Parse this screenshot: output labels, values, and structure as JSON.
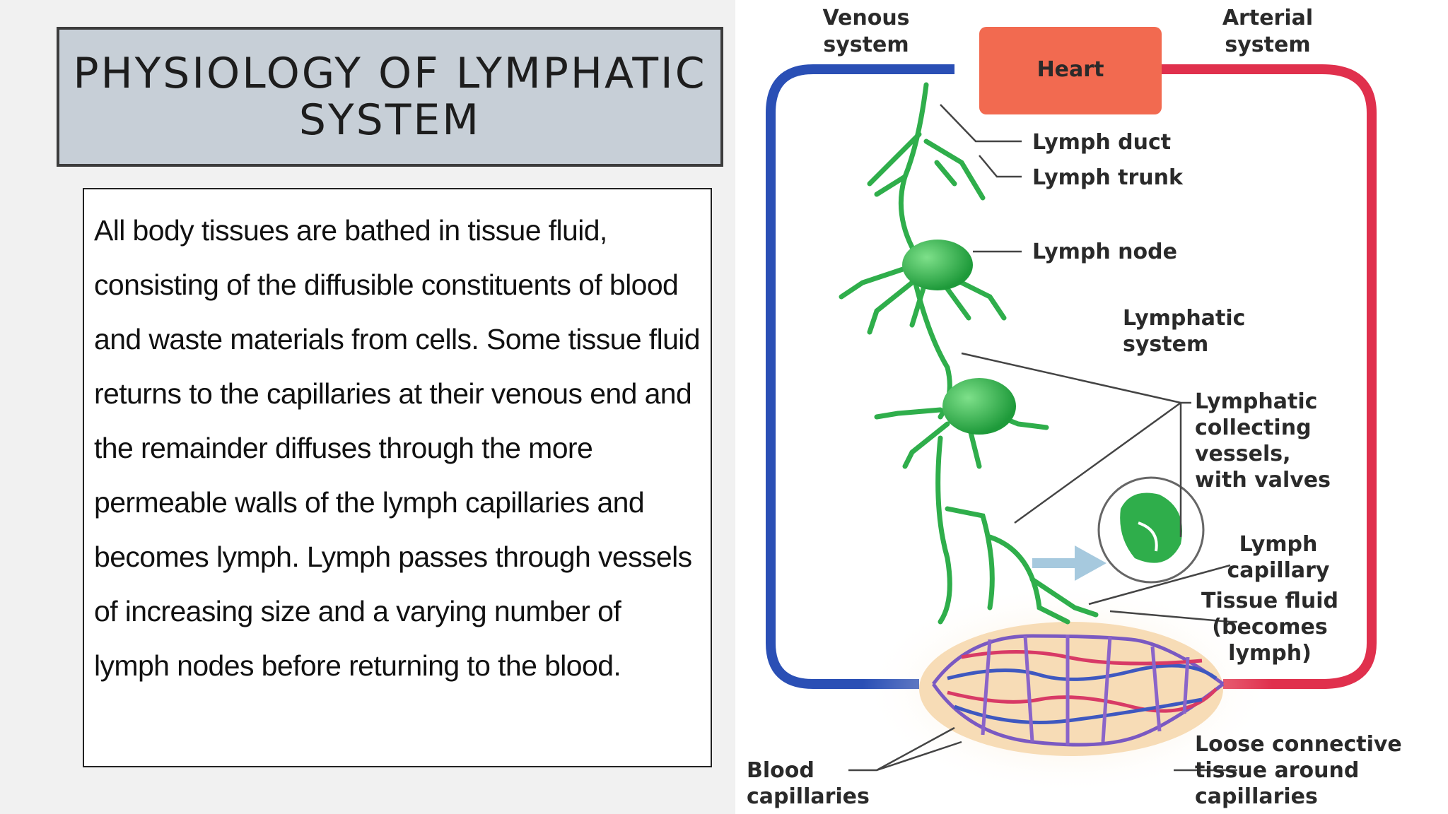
{
  "slide": {
    "title": "PHYSIOLOGY OF  LYMPHATIC\nSYSTEM",
    "body": "All body tissues are bathed in tissue fluid, consisting of  the diffusible constituents of blood and waste materials from cells. Some tissue fluid returns to the capillaries at their venous end and the remainder diffuses through the more permeable walls of the lymph capillaries and becomes lymph. Lymph passes through vessels of increasing size and a varying number of lymph nodes before returning to the blood."
  },
  "diagram": {
    "labels": {
      "venous": [
        "Venous",
        "system"
      ],
      "arterial": [
        "Arterial",
        "system"
      ],
      "heart": "Heart",
      "lymph_duct": "Lymph duct",
      "lymph_trunk": "Lymph trunk",
      "lymph_node": "Lymph node",
      "lymphatic_system": [
        "Lymphatic",
        "system"
      ],
      "collecting": [
        "Lymphatic",
        "collecting",
        "vessels,",
        "with valves"
      ],
      "capillary": [
        "Lymph",
        "capillary"
      ],
      "tissue_fluid": [
        "Tissue fluid",
        "(becomes",
        "lymph)"
      ],
      "loose": [
        "Loose connective",
        "tissue around",
        "capillaries"
      ],
      "blood_caps": [
        "Blood",
        "capillaries"
      ]
    },
    "colors": {
      "venous": "#2a4fb5",
      "arterial": "#e0304d",
      "heart": "#f26a50",
      "lymph": "#2fae4b"
    }
  }
}
